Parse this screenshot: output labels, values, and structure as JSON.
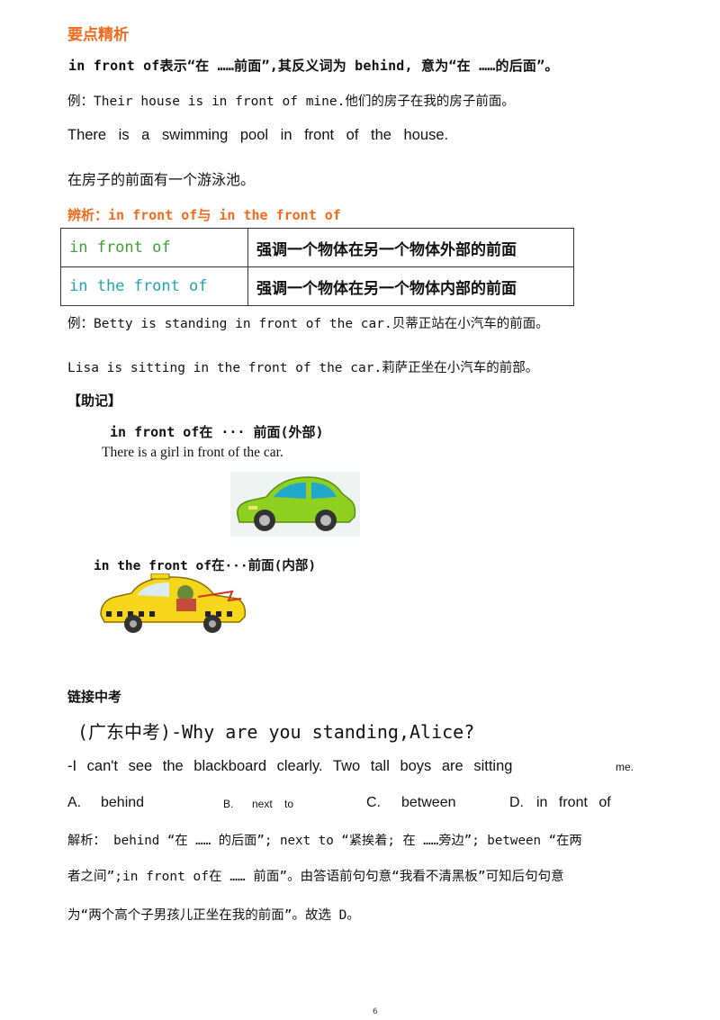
{
  "heading_key_points": "要点精析",
  "line_definition": "in front of表示“在 ……前面”,其反义词为 behind, 意为“在 ……的后面”。",
  "example1": "例：Their house is in front of mine.他们的房子在我的房子前面。",
  "example2_en": "There is a swimming pool in front of the house.",
  "example2_cn": "在房子的前面有一个游泳池。",
  "analysis_heading": "辨析：in front of与 in the front of",
  "comparison_table": [
    {
      "term": "in front of",
      "meaning": "强调一个物体在另一个物体外部的前面"
    },
    {
      "term": "in the front of",
      "meaning": "强调一个物体在另一个物体内部的前面"
    }
  ],
  "example3": "例：Betty is standing in front of the car.贝蒂正站在小汽车的前面。",
  "example4": "Lisa is sitting in the front of the car.莉萨正坐在小汽车的前部。",
  "memory_heading": "【助记】",
  "memory_line1": "in front of在 ··· 前面(外部)",
  "memory_sentence": "There is a girl in front of the car.",
  "memory_line2": "in the front of在···前面(内部)",
  "exam_heading": "链接中考",
  "question": "(广东中考)-Why are you standing,Alice?",
  "answer_line_start": "-I can't see the blackboard clearly. Two tall boys are sitting",
  "answer_line_end": "me.",
  "options": {
    "a_label": "A.",
    "a": "behind",
    "b_label": "B.",
    "b": "next to",
    "c_label": "C.",
    "c": "between",
    "d_label": "D.",
    "d": "in front of"
  },
  "explanation1": "解析： behind “在 …… 的后面”; next to “紧挨着; 在 ……旁边”; between “在两",
  "explanation2": "者之间”;in front of在 …… 前面”。由答语前句句意“我看不清黑板”可知后句句意",
  "explanation3": "为“两个高个子男孩儿正坐在我的前面”。故选 D。",
  "page_number": "6",
  "colors": {
    "orange": "#f26a1b",
    "green": "#3aa335",
    "teal": "#1fa3b8"
  }
}
